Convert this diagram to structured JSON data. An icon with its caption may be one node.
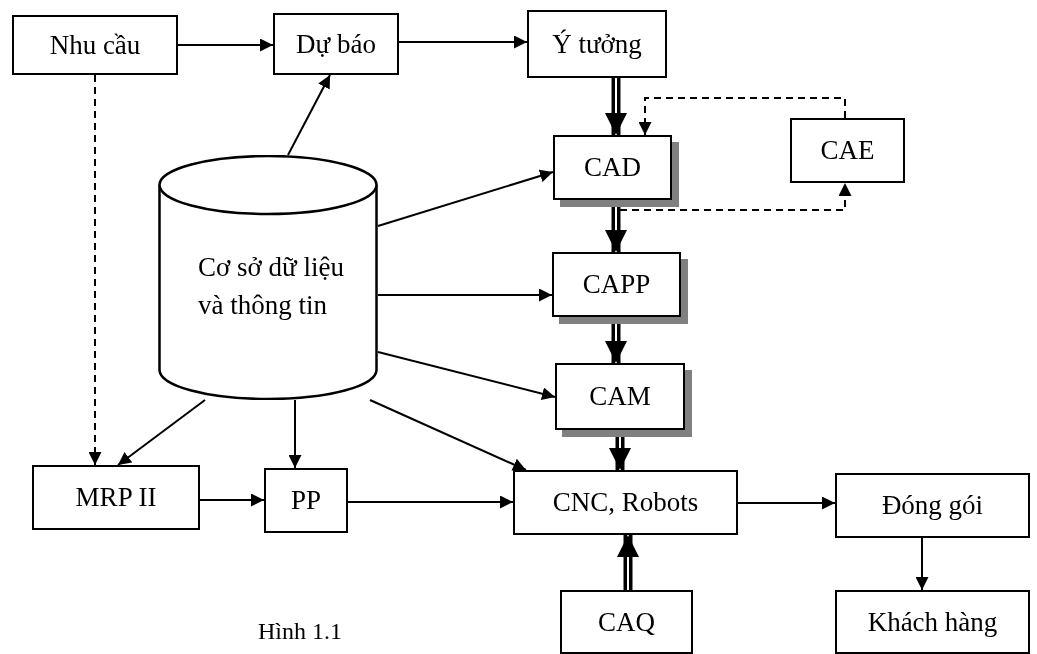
{
  "diagram": {
    "nodes": [
      {
        "text": [
          "Nhu cầu"
        ]
      },
      {
        "text": [
          "Dự báo"
        ]
      },
      {
        "text": [
          "Ý tưởng"
        ]
      },
      {
        "text": [
          "CAE"
        ]
      },
      {
        "text": [
          "CAD"
        ]
      },
      {
        "text": [
          "Cơ sở dữ liệu và thông tin"
        ]
      },
      {
        "text": [
          "CAPP"
        ]
      },
      {
        "text": [
          "CAM"
        ]
      },
      {
        "text": [
          "MRP II"
        ]
      },
      {
        "text": [
          "PP"
        ]
      },
      {
        "text": [
          "CNC, Robots"
        ]
      },
      {
        "text": [
          "Đóng gói"
        ]
      },
      {
        "text": [
          "CAQ"
        ]
      },
      {
        "text": [
          "Khách hàng"
        ]
      }
    ],
    "edges": [
      {
        "from": 0,
        "to": 1,
        "arrow": "to"
      },
      {
        "from": 1,
        "to": 2,
        "arrow": "to"
      },
      {
        "from": 0,
        "to": 8,
        "arrow": "to",
        "style": "dashed"
      },
      {
        "from": 5,
        "to": 1,
        "arrow": "to"
      },
      {
        "from": 2,
        "to": 4,
        "arrow": "to",
        "style": "thick"
      },
      {
        "from": 3,
        "to": 4,
        "arrow": "to",
        "style": "dashed"
      },
      {
        "from": 4,
        "to": 3,
        "arrow": "to",
        "style": "dashed"
      },
      {
        "from": 4,
        "to": 6,
        "arrow": "to",
        "style": "thick"
      },
      {
        "from": 5,
        "to": 4,
        "arrow": "to"
      },
      {
        "from": 5,
        "to": 6,
        "arrow": "to"
      },
      {
        "from": 5,
        "to": 7,
        "arrow": "to"
      },
      {
        "from": 5,
        "to": 10,
        "arrow": "to"
      },
      {
        "from": 5,
        "to": 8,
        "arrow": "to"
      },
      {
        "from": 5,
        "to": 9,
        "arrow": "to"
      },
      {
        "from": 8,
        "to": 9,
        "arrow": "to"
      },
      {
        "from": 9,
        "to": 10,
        "arrow": "to"
      },
      {
        "from": 6,
        "to": 7,
        "arrow": "to",
        "style": "thick"
      },
      {
        "from": 7,
        "to": 10,
        "arrow": "to",
        "style": "thick"
      },
      {
        "from": 12,
        "to": 10,
        "arrow": "to",
        "style": "thick"
      },
      {
        "from": 10,
        "to": 11,
        "arrow": "to"
      },
      {
        "from": 11,
        "to": 13,
        "arrow": "to"
      }
    ],
    "labels": [
      "Hình 1.1"
    ]
  }
}
